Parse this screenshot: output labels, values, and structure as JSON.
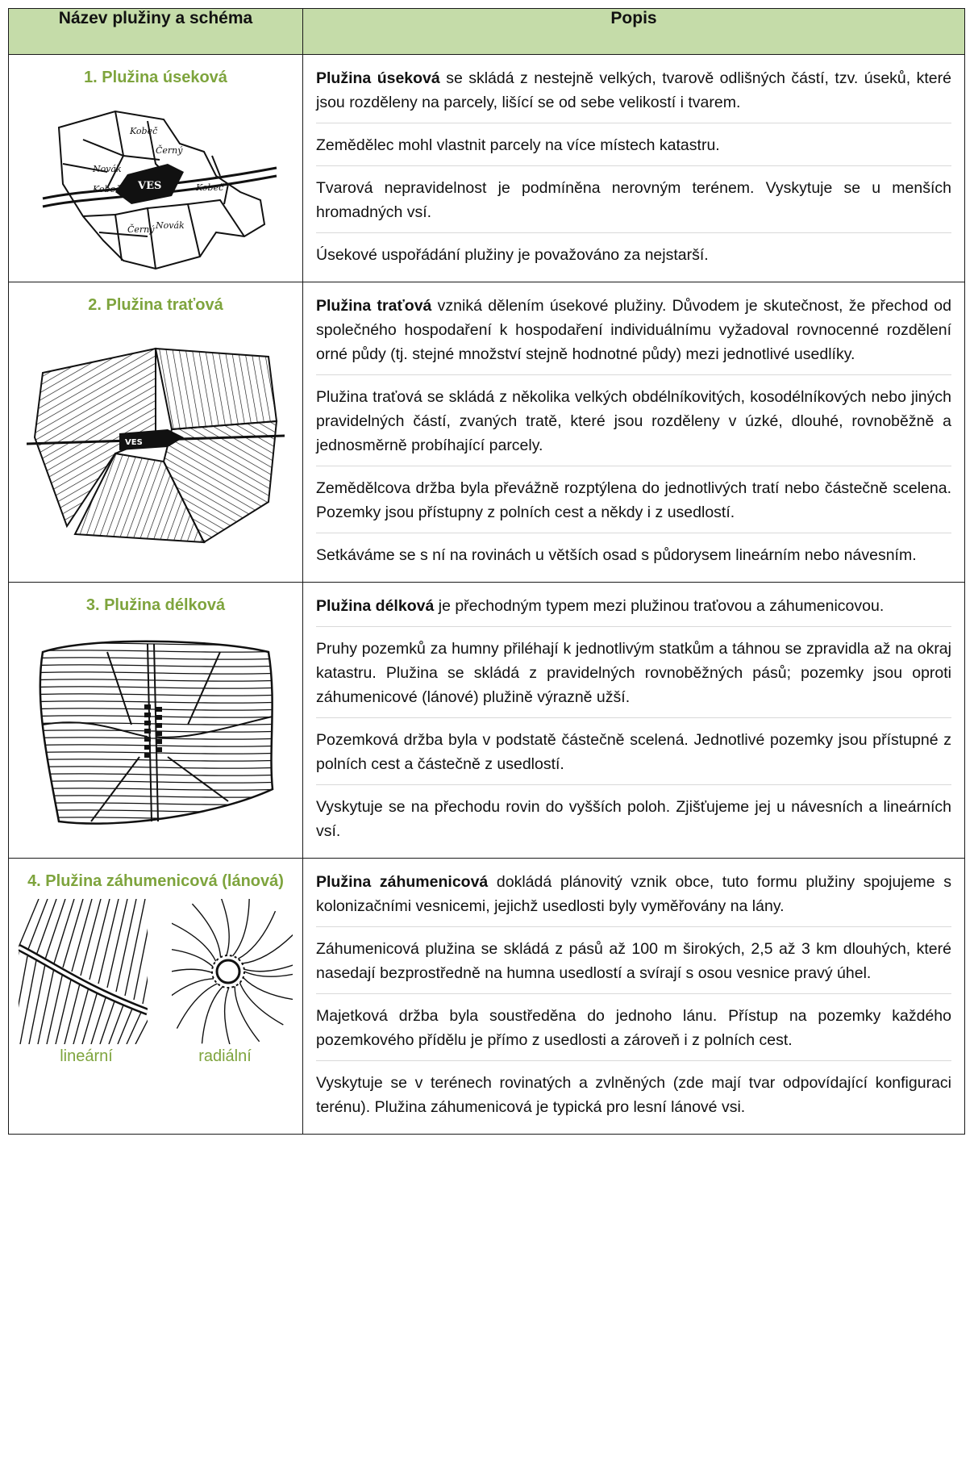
{
  "header": {
    "col1": "Název plužiny a schéma",
    "col2": "Popis"
  },
  "colors": {
    "header_bg": "#c5dca9",
    "title_green": "#7ea43d",
    "border": "#1a1a1a"
  },
  "rows": [
    {
      "title": "1. Plužina úseková",
      "map_labels": [
        "Kobeč",
        "Černý",
        "Novák",
        "Kobeč",
        "VES",
        "Kobeč",
        "Černý",
        "Novák"
      ],
      "paragraphs": [
        {
          "bold": "Plužina úseková",
          "text": " se skládá z nestejně velkých, tvarově odlišných částí, tzv. úseků, které jsou rozděleny na parcely, lišící se od sebe velikostí i tvarem."
        },
        {
          "bold": "",
          "text": "Zemědělec mohl vlastnit parcely na více místech katastru."
        },
        {
          "bold": "",
          "text": "Tvarová nepravidelnost je podmíněna nerovným terénem. Vyskytuje se u menších hromadných vsí."
        },
        {
          "bold": "",
          "text": "Úsekové uspořádání plužiny je považováno za nejstarší."
        }
      ]
    },
    {
      "title": "2. Plužina traťová",
      "map_labels": [
        "VES"
      ],
      "paragraphs": [
        {
          "bold": "Plužina traťová",
          "text": " vzniká dělením úsekové plužiny. Důvodem je skutečnost, že přechod od společného hospodaření k hospodaření individuálnímu vyžadoval rovnocenné rozdělení orné půdy (tj. stejné množství stejně hodnotné půdy) mezi jednotlivé usedlíky."
        },
        {
          "bold": "",
          "text": "Plužina traťová se skládá z několika velkých obdélníkovitých, kosodélníkových nebo jiných pravidelných částí, zvaných tratě, které jsou rozděleny v úzké, dlouhé, rovnoběžně a jednosměrně probíhající parcely."
        },
        {
          "bold": "",
          "text": "Zemědělcova držba byla převážně rozptýlena do jednotlivých tratí nebo částečně scelena. Pozemky jsou přístupny z polních cest a někdy i z usedlostí."
        },
        {
          "bold": "",
          "text": "Setkáváme se s ní na rovinách u větších osad s půdorysem lineárním nebo návesním."
        }
      ]
    },
    {
      "title": "3. Plužina délková",
      "paragraphs": [
        {
          "bold": "Plužina délková",
          "text": " je přechodným typem mezi plužinou traťovou a záhumenicovou."
        },
        {
          "bold": "",
          "text": "Pruhy pozemků za humny přiléhají k jednotlivým statkům a táhnou se zpravidla až na okraj katastru. Plužina se skládá z pravidelných rovnoběžných pásů; pozemky jsou oproti záhumenicové (lánové) plužině výrazně užší."
        },
        {
          "bold": "",
          "text": "Pozemková držba byla v podstatě částečně scelená. Jednotlivé pozemky jsou přístupné z polních cest a částečně z usedlostí."
        },
        {
          "bold": "",
          "text": "Vyskytuje se na přechodu rovin do vyšších poloh. Zjišťujeme jej u návesních a lineárních vsí."
        }
      ]
    },
    {
      "title": "4. Plužina záhumenicová (lánová)",
      "sublabels": [
        "lineární",
        "radiální"
      ],
      "paragraphs": [
        {
          "bold": "Plužina záhumenicová",
          "text": " dokládá plánovitý vznik obce, tuto formu plužiny spojujeme s kolonizačními vesnicemi, jejichž usedlosti byly vyměřovány na lány."
        },
        {
          "bold": "",
          "text": "Záhumenicová plužina se skládá z pásů až 100 m širokých, 2,5 až 3 km dlouhých, které nasedají bezprostředně na humna usedlostí a svírají s osou vesnice pravý úhel."
        },
        {
          "bold": "",
          "text": "Majetková držba byla soustředěna do jednoho lánu. Přístup na pozemky každého pozemkového přídělu je přímo z usedlosti a zároveň i z polních cest."
        },
        {
          "bold": "",
          "text": "Vyskytuje se v terénech rovinatých a zvlněných (zde mají tvar odpovídající konfiguraci terénu). Plužina záhumenicová je typická pro lesní lánové vsi."
        }
      ]
    }
  ]
}
